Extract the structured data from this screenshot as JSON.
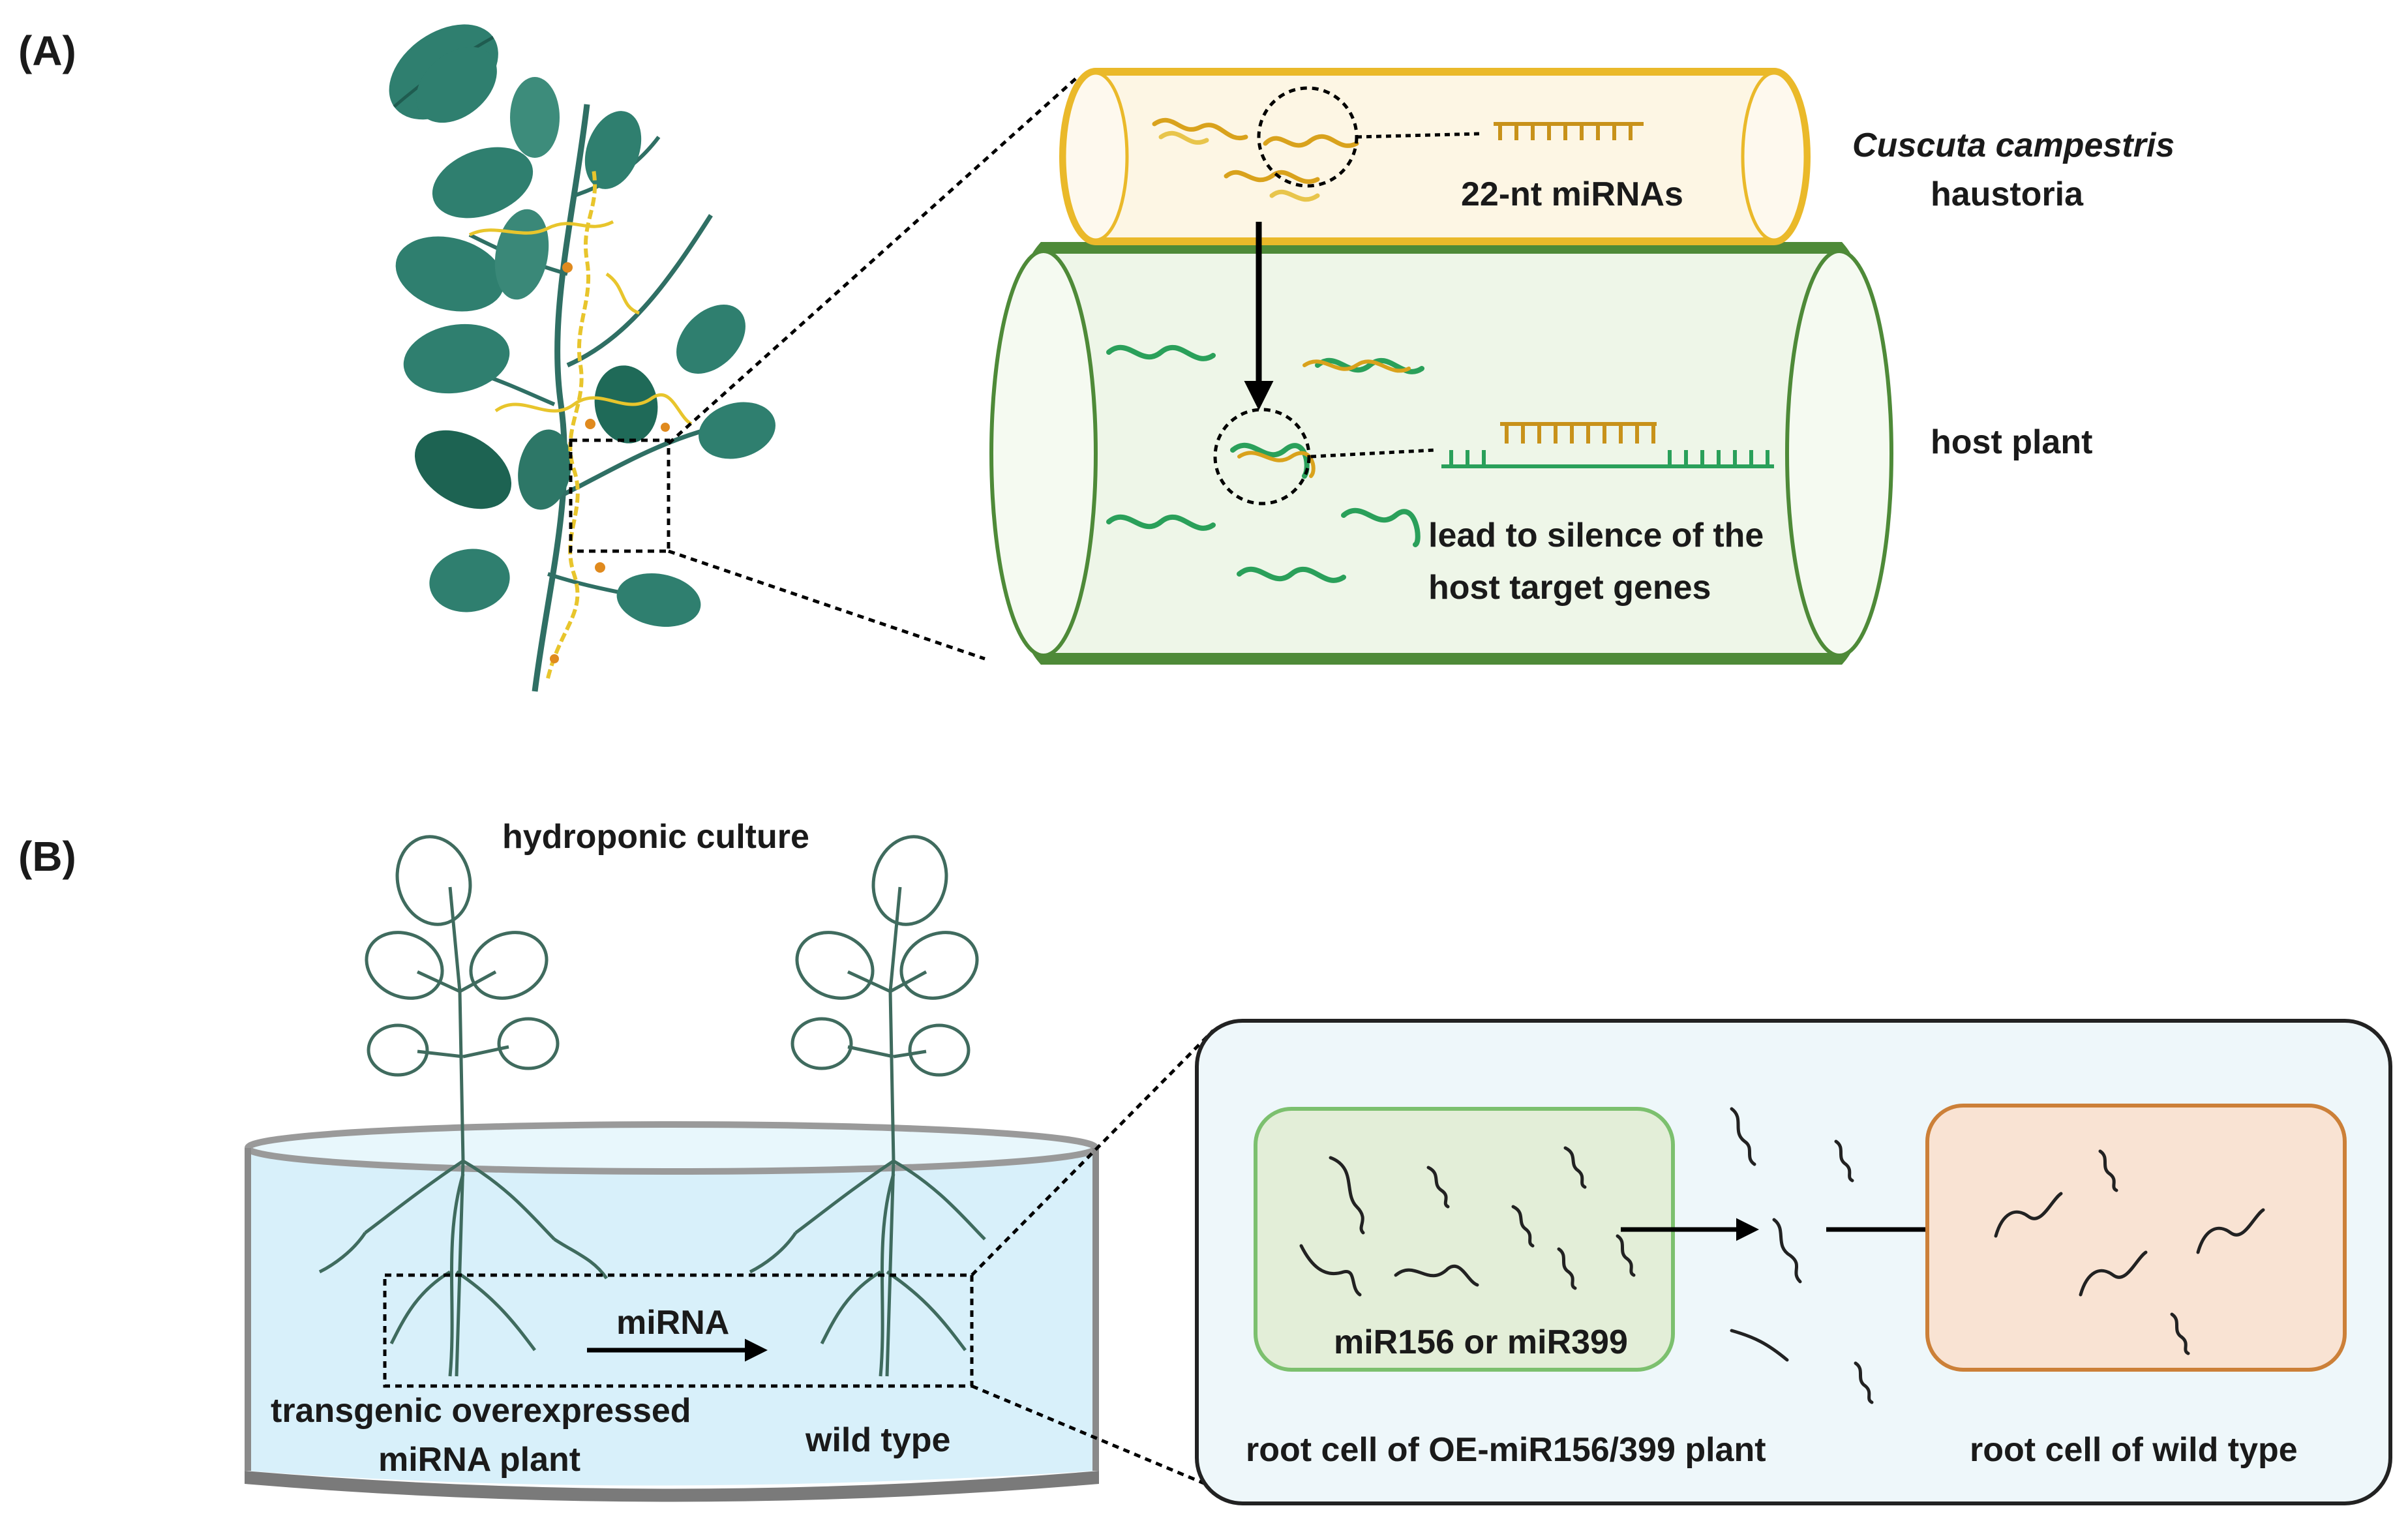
{
  "panel_a": {
    "label": "(A)",
    "parasite_name": "Cuscuta campestris",
    "parasite_organ": "haustoria",
    "mirna_label": "22-nt miRNAs",
    "host_label": "host plant",
    "silence_line1": "lead to silence of the",
    "silence_line2": "host target genes"
  },
  "panel_b": {
    "label": "(B)",
    "culture_label": "hydroponic  culture",
    "arrow_label": "miRNA",
    "transgenic_line1": "transgenic overexpressed",
    "transgenic_line2": "miRNA plant",
    "wildtype_label": "wild type",
    "mirna_names": "miR156 or miR399",
    "oe_cell_label": "root cell of OE-miR156/399 plant",
    "wt_cell_label": "root cell of wild type"
  },
  "colors": {
    "leaf": "#2f7f6f",
    "dodder": "#e8c52c",
    "haustoria_fill": "#fdf6e4",
    "haustoria_stroke": "#eab92a",
    "host_fill": "#eef6e8",
    "host_stroke": "#4e8a38",
    "water": "#d8f0fa",
    "oe_cell_fill": "#e3eed8",
    "oe_cell_stroke": "#7cc06e",
    "wt_cell_fill": "#f9e3d3",
    "wt_cell_stroke": "#cc8038",
    "zoom_box_fill": "#eef7fa"
  }
}
